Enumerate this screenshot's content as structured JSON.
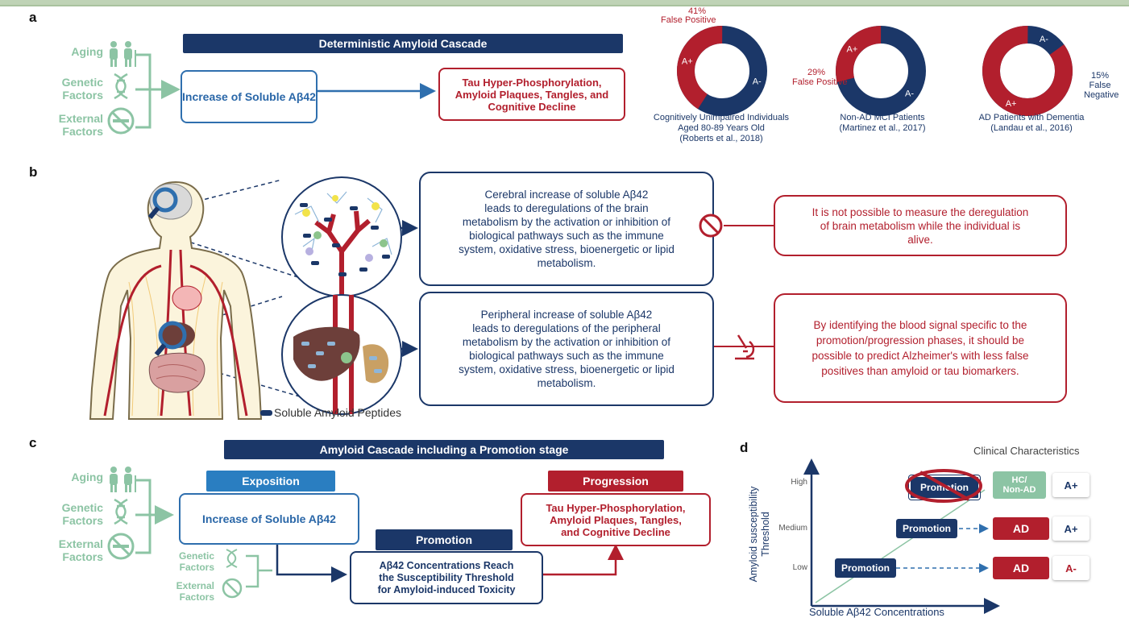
{
  "panel_labels": {
    "a": "a",
    "b": "b",
    "c": "c",
    "d": "d"
  },
  "colors": {
    "navy": "#1b3768",
    "blue": "#2f6fae",
    "red": "#b21f2d",
    "green": "#8cc4a4"
  },
  "panel_a": {
    "factors": [
      "Aging",
      "Genetic\nFactors",
      "External\nFactors"
    ],
    "title": "Deterministic Amyloid Cascade",
    "increase": "Increase of Soluble Aβ42",
    "outcome": "Tau Hyper-Phosphorylation,\nAmyloid Plaques, Tangles, and\nCognitive Decline",
    "donuts": [
      {
        "positive_pct": 41,
        "callout_pct": "41%",
        "callout_text": "False Positive",
        "positive_label": "A+",
        "negative_label": "A-",
        "caption": "Cognitively Unimpaired Individuals\nAged 80-89 Years Old\n(Roberts et al., 2018)"
      },
      {
        "positive_pct": 29,
        "callout_pct": "29%",
        "callout_text": "False Positive",
        "positive_label": "A+",
        "negative_label": "A-",
        "caption": "Non-AD MCI Patients\n(Martinez et al., 2017)"
      },
      {
        "positive_pct": 85,
        "callout_pct": "15%",
        "callout_text": "False\nNegative",
        "positive_label": "A+",
        "negative_label": "A-",
        "caption": "AD Patients with Dementia\n(Landau et al., 2016)"
      }
    ]
  },
  "panel_b": {
    "brain_text": "Cerebral increase of soluble Aβ42\nleads to deregulations of the brain\nmetabolism by the activation or inhibition of\nbiological pathways such as the immune\nsystem, oxidative stress, bioenergetic or lipid\nmetabolism.",
    "brain_note": "It is not possible to measure the deregulation\nof brain metabolism while the individual is\nalive.",
    "periph_text": "Peripheral increase of soluble Aβ42\nleads to deregulations of the peripheral\nmetabolism by the activation or inhibition of\nbiological pathways such as the immune\nsystem, oxidative stress, bioenergetic or lipid\nmetabolism.",
    "periph_note": "By identifying the blood signal specific to the\npromotion/progression phases, it should be\npossible to predict Alzheimer's with less false\npositives than amyloid or tau biomarkers.",
    "legend": "Soluble Amyloid Peptides",
    "icons": {
      "prohibited": "prohibited-icon",
      "microscope": "microscope-icon",
      "body": "human-body-icon"
    }
  },
  "panel_c": {
    "title": "Amyloid Cascade including a Promotion stage",
    "factors": [
      "Aging",
      "Genetic\nFactors",
      "External\nFactors"
    ],
    "exposition": "Exposition",
    "increase": "Increase of Soluble Aβ42",
    "promotion": "Promotion",
    "promotion_factors": [
      "Genetic\nFactors",
      "External\nFactors"
    ],
    "threshold": "Aβ42 Concentrations Reach\nthe Susceptibility Threshold\nfor Amyloid-induced Toxicity",
    "progression": "Progression",
    "outcome": "Tau Hyper-Phosphorylation,\nAmyloid Plaques, Tangles,\nand Cognitive Decline"
  },
  "panel_d": {
    "ylabel": "Amyloid susceptibility\nThreshold",
    "xlabel": "Soluble Aβ42 Concentrations",
    "header": "Clinical Characteristics",
    "levels": [
      {
        "level": "High",
        "promotion": "Promotion",
        "outcome": "HC/\nNon-AD",
        "status": "A+",
        "crossed": true
      },
      {
        "level": "Medium",
        "promotion": "Promotion",
        "outcome": "AD",
        "status": "A+",
        "crossed": false
      },
      {
        "level": "Low",
        "promotion": "Promotion",
        "outcome": "AD",
        "status": "A-",
        "crossed": false
      }
    ]
  }
}
